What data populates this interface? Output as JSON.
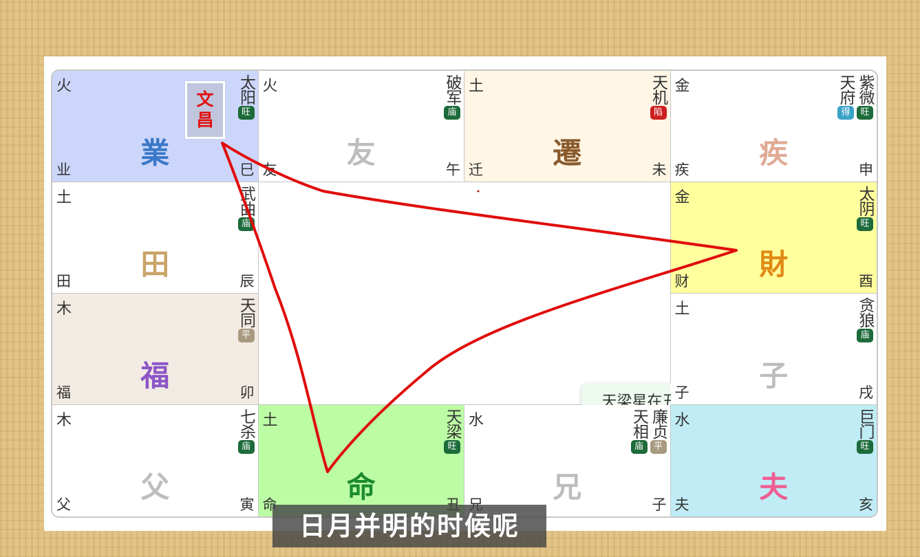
{
  "top_fragment": "",
  "center_label": "天梁星在丑宫守命宫",
  "caption": "日月并明的时候呢",
  "wenchang": [
    "文",
    "昌"
  ],
  "badge_colors": {
    "旺": "#1d6b3a",
    "庙": "#1d6b3a",
    "陷": "#cc2020",
    "得": "#3ba3c8",
    "平": "#a89a80"
  },
  "cells": [
    {
      "id": "guan",
      "element": "火",
      "abbr": "业",
      "branch": "巳",
      "palace": "業",
      "palace_color": "#3a78c8",
      "bg": "#ccd6fa",
      "stars": [
        {
          "name": "太阳",
          "badge": "旺"
        }
      ]
    },
    {
      "id": "you",
      "element": "火",
      "abbr": "友",
      "branch": "午",
      "palace": "友",
      "palace_color": "#bdbdbd",
      "bg": "#ffffff",
      "stars": [
        {
          "name": "破军",
          "badge": "庙"
        }
      ]
    },
    {
      "id": "qian",
      "element": "土",
      "abbr": "迁",
      "branch": "未",
      "palace": "遷",
      "palace_color": "#8a5a2c",
      "bg": "#fff6e6",
      "stars": [
        {
          "name": "天机",
          "badge": "陷"
        }
      ]
    },
    {
      "id": "ji",
      "element": "金",
      "abbr": "疾",
      "branch": "申",
      "palace": "疾",
      "palace_color": "#e0aa94",
      "bg": "#ffffff",
      "stars": [
        {
          "name": "紫微",
          "badge": "旺"
        },
        {
          "name": "天府",
          "badge": "得"
        }
      ]
    },
    {
      "id": "tian",
      "element": "土",
      "abbr": "田",
      "branch": "辰",
      "palace": "田",
      "palace_color": "#c8a468",
      "bg": "#ffffff",
      "stars": [
        {
          "name": "武曲",
          "badge": "庙"
        }
      ]
    },
    {
      "id": "cai",
      "element": "金",
      "abbr": "财",
      "branch": "酉",
      "palace": "財",
      "palace_color": "#e08a14",
      "bg": "#ffff9d",
      "stars": [
        {
          "name": "太阴",
          "badge": "旺"
        }
      ]
    },
    {
      "id": "fu",
      "element": "木",
      "abbr": "福",
      "branch": "卯",
      "palace": "福",
      "palace_color": "#8c55c8",
      "bg": "#f2ebe3",
      "stars": [
        {
          "name": "天同",
          "badge": "平"
        }
      ]
    },
    {
      "id": "zi",
      "element": "土",
      "abbr": "子",
      "branch": "戌",
      "palace": "子",
      "palace_color": "#bdbdbd",
      "bg": "#ffffff",
      "stars": [
        {
          "name": "贪狼",
          "badge": "庙"
        }
      ]
    },
    {
      "id": "fumu",
      "element": "木",
      "abbr": "父",
      "branch": "寅",
      "palace": "父",
      "palace_color": "#bdbdbd",
      "bg": "#ffffff",
      "stars": [
        {
          "name": "七杀",
          "badge": "庙"
        }
      ]
    },
    {
      "id": "ming",
      "element": "土",
      "abbr": "命",
      "branch": "丑",
      "palace": "命",
      "palace_color": "#1c8a2e",
      "bg": "#bcfca4",
      "stars": [
        {
          "name": "天梁",
          "badge": "旺"
        }
      ]
    },
    {
      "id": "xiong",
      "element": "水",
      "abbr": "兄",
      "branch": "子",
      "palace": "兄",
      "palace_color": "#bdbdbd",
      "bg": "#ffffff",
      "stars": [
        {
          "name": "廉贞",
          "badge": "平"
        },
        {
          "name": "天相",
          "badge": "庙"
        }
      ]
    },
    {
      "id": "fuqi",
      "element": "水",
      "abbr": "夫",
      "branch": "亥",
      "palace": "夫",
      "palace_color": "#ee5e92",
      "bg": "#c0ecf5",
      "stars": [
        {
          "name": "巨门",
          "badge": "旺"
        }
      ]
    }
  ]
}
